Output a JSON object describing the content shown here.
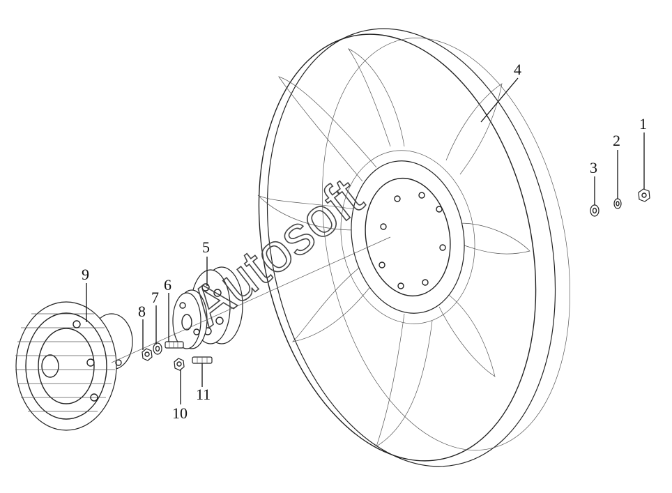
{
  "callouts": [
    {
      "id": "1",
      "text": "1"
    },
    {
      "id": "2",
      "text": "2"
    },
    {
      "id": "3",
      "text": "3"
    },
    {
      "id": "4",
      "text": "4"
    },
    {
      "id": "5",
      "text": "5"
    },
    {
      "id": "6",
      "text": "6"
    },
    {
      "id": "7",
      "text": "7"
    },
    {
      "id": "8",
      "text": "8"
    },
    {
      "id": "9",
      "text": "9"
    },
    {
      "id": "10",
      "text": "10"
    },
    {
      "id": "11",
      "text": "11"
    }
  ],
  "watermark": "Autosoft",
  "colors": {
    "line": "#222222",
    "background": "#ffffff"
  }
}
